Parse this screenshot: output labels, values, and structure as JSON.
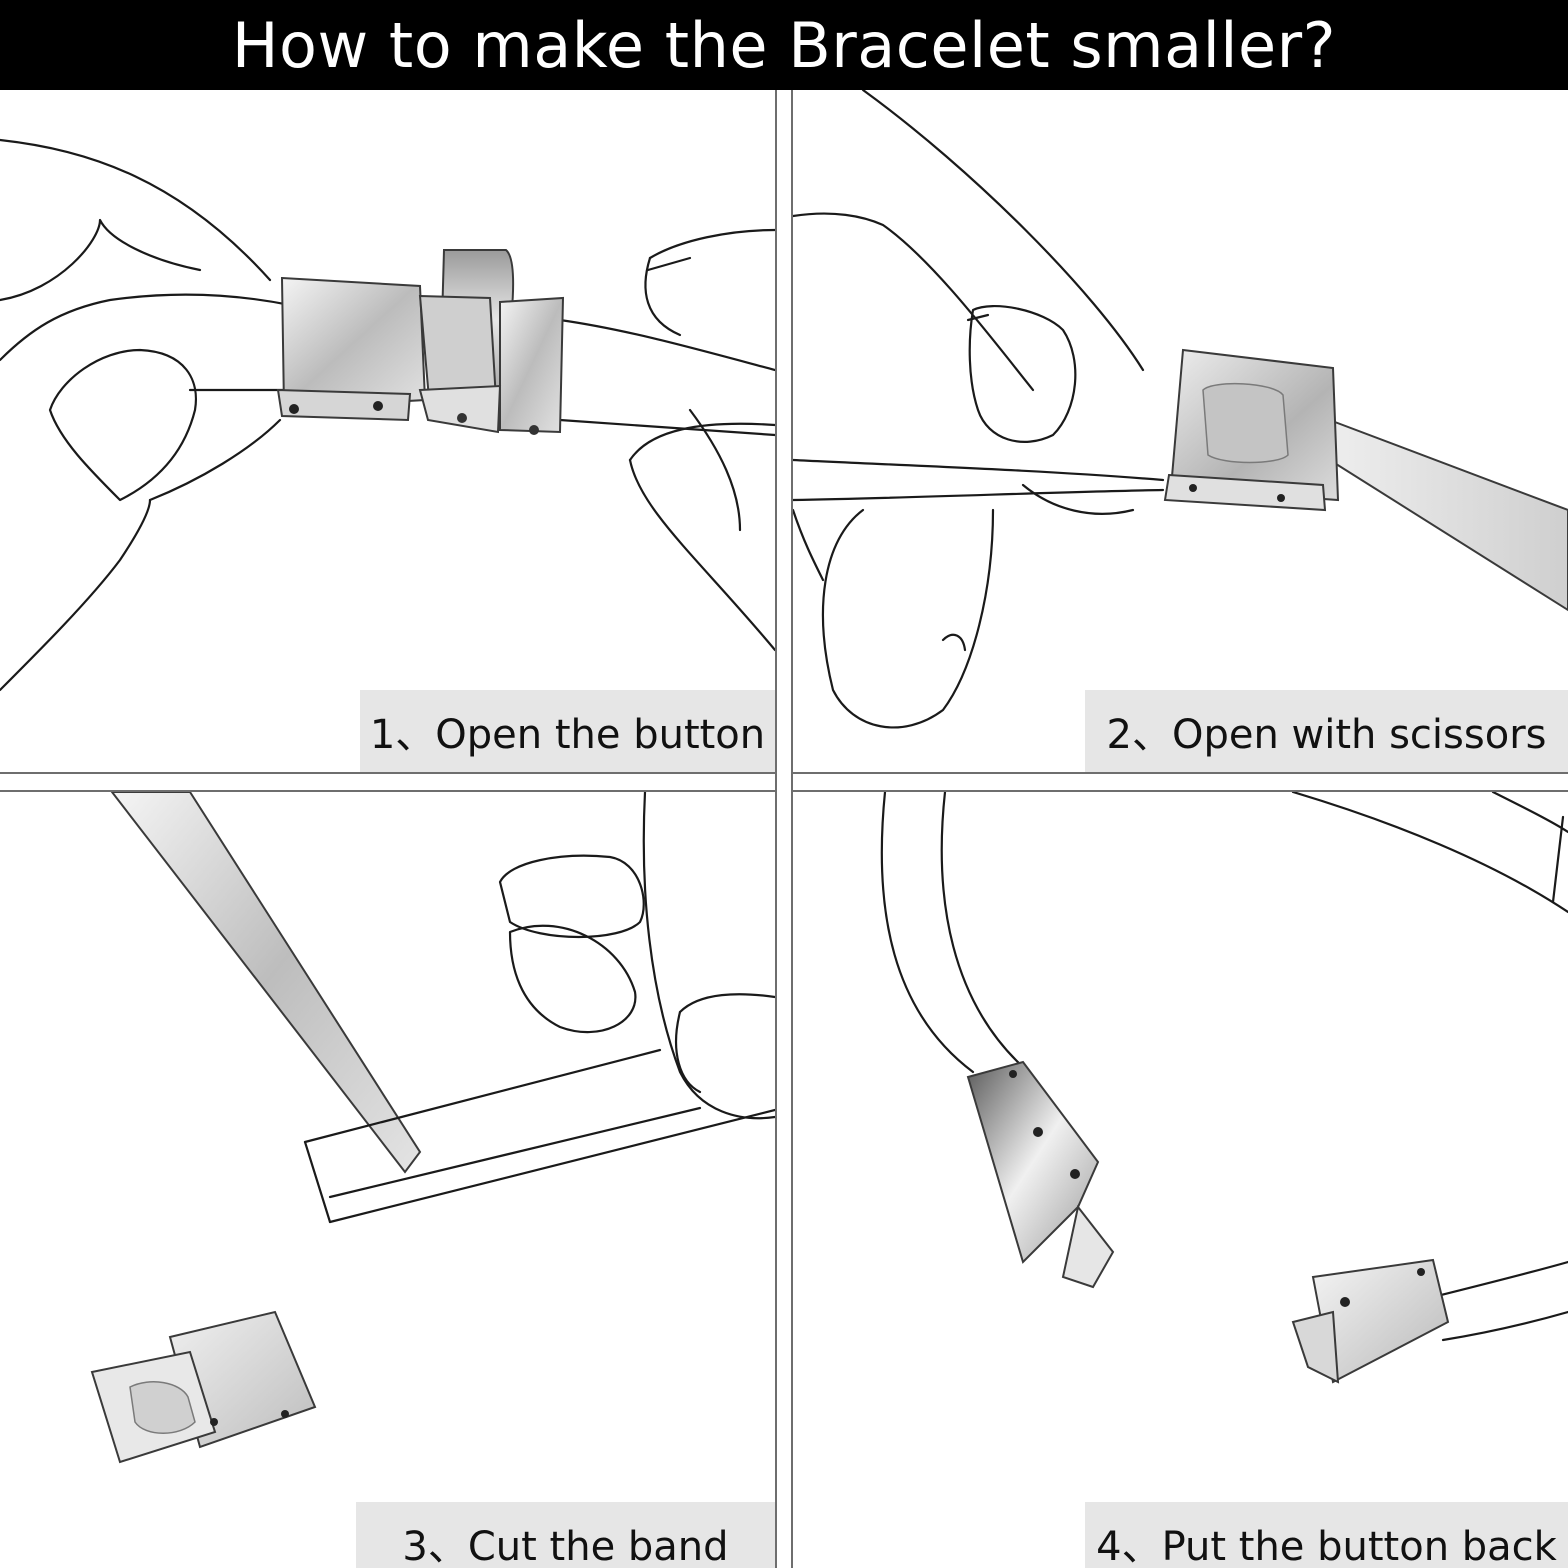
{
  "title": "How to make the Bracelet smaller?",
  "steps": [
    {
      "caption": "1、Open the button"
    },
    {
      "caption": "2、Open with scissors"
    },
    {
      "caption": "3、Cut the band"
    },
    {
      "caption": "4、Put the button back"
    }
  ],
  "colors": {
    "title_bar": "#000000",
    "title_text": "#ffffff",
    "caption_bg": "#e6e6e6",
    "divider": "#6e6e6e",
    "metal_light": "#e8e8e8",
    "metal_dark": "#8c8c8c"
  }
}
